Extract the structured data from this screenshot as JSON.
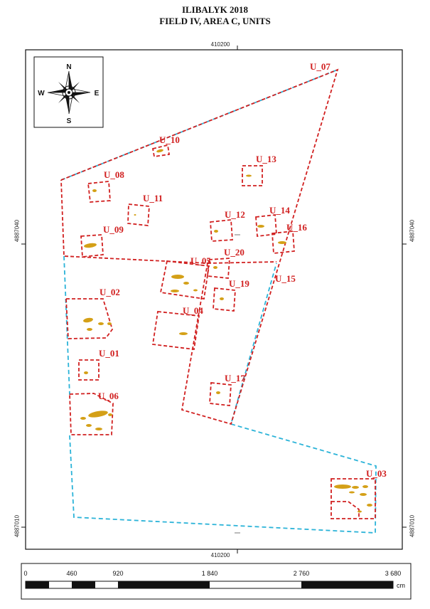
{
  "header": {
    "title_line1": "ILIBALYK 2018",
    "title_line2": "FIELD IV, AREA C, UNITS"
  },
  "grid": {
    "x_top": "410200",
    "x_bottom": "410200",
    "y_upper_left": "4887040",
    "y_upper_right": "4887040",
    "y_lower_left": "4887010",
    "y_lower_right": "4887010"
  },
  "compass": {
    "n": "N",
    "s": "S",
    "e": "E",
    "w": "W"
  },
  "units": [
    "U_07",
    "U_10",
    "U_13",
    "U_08",
    "U_11",
    "U_12",
    "U_14",
    "U_16",
    "U_09",
    "U_20",
    "U_05",
    "U_15",
    "U_19",
    "U_02",
    "U_04",
    "U_01",
    "U_17",
    "U_06",
    "U_03"
  ],
  "scale": {
    "ticks": [
      "0",
      "460",
      "920",
      "1 840",
      "2 760",
      "3 680"
    ],
    "unit": "cm"
  },
  "colors": {
    "unit_outline": "#d12020",
    "survey_line": "#2bb3d8",
    "find": "#d4a017"
  }
}
